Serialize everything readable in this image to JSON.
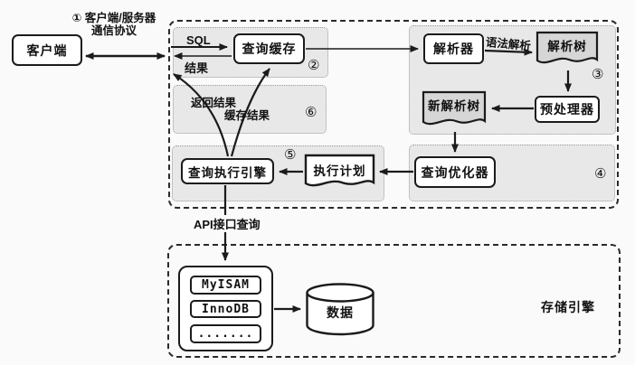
{
  "diagram": {
    "client_label": "客户端",
    "protocol_line1": "① 客户端/服务器",
    "protocol_line2": "通信协议",
    "sql_label": "SQL",
    "result_label": "结果",
    "return_result_label": "返回结果",
    "cache_result_label": "缓存结果",
    "syntax_parse_label": "语法解析",
    "api_label": "API接口查询",
    "storage_engine_label": "存储引擎",
    "badges": {
      "b2": "②",
      "b3": "③",
      "b4": "④",
      "b5": "⑤",
      "b6": "⑥"
    },
    "nodes": {
      "query_cache": "查询缓存",
      "parser": "解析器",
      "parse_tree": "解析树",
      "preprocessor": "预处理器",
      "new_parse_tree": "新解析树",
      "query_optimizer": "查询优化器",
      "execution_plan": "执行计划",
      "query_execution_engine": "查询执行引擎",
      "engine_myisam": "MyISAM",
      "engine_innodb": "InnoDB",
      "engine_more": ".......",
      "data_store": "数据"
    },
    "colors": {
      "background": "#fafafa",
      "panel_fill": "#e8e8e8",
      "doc_fill": "#d6d6d6",
      "line": "#1b1b1b"
    }
  }
}
